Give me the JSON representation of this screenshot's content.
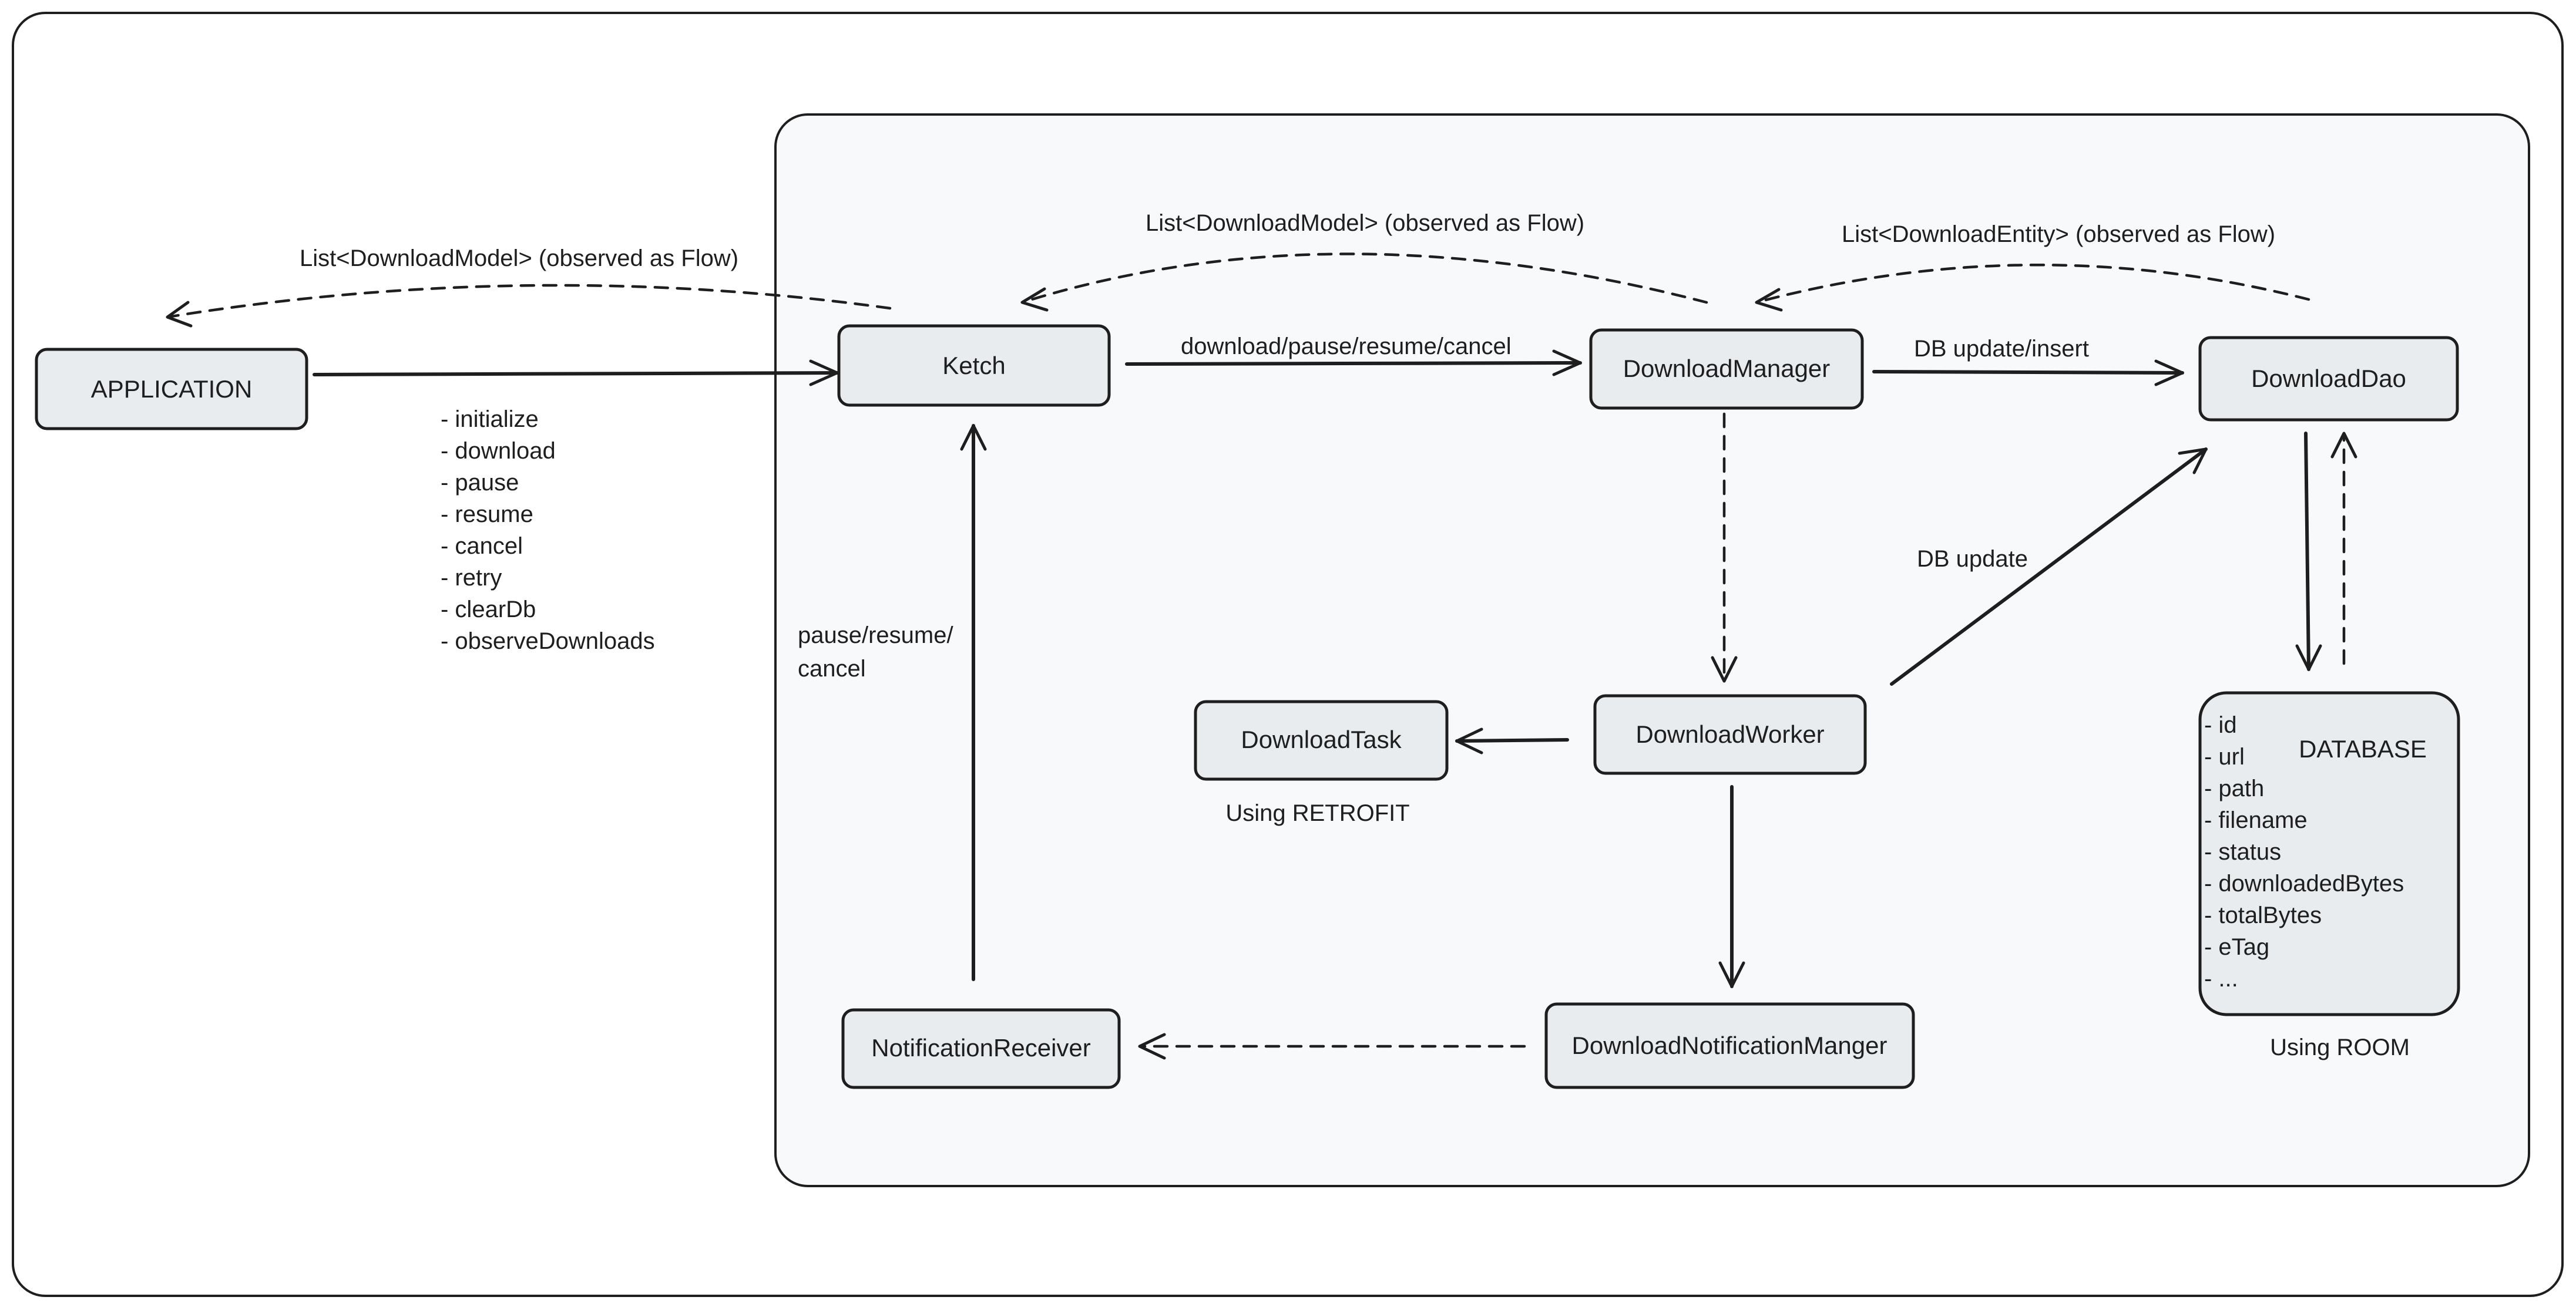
{
  "nodes": {
    "application": "APPLICATION",
    "ketch": "Ketch",
    "download_manager": "DownloadManager",
    "download_dao": "DownloadDao",
    "download_worker": "DownloadWorker",
    "download_task": "DownloadTask",
    "notification_receiver": "NotificationReceiver",
    "download_notification_manager": "DownloadNotificationManger",
    "database": "DATABASE"
  },
  "edge_labels": {
    "app_observe": "List<DownloadModel> (observed as Flow)",
    "ketch_observe": "List<DownloadModel> (observed as Flow)",
    "dao_observe": "List<DownloadEntity> (observed as Flow)",
    "ketch_to_manager": "download/pause/resume/cancel",
    "manager_to_dao": "DB update/insert",
    "worker_to_dao": "DB update",
    "receiver_to_ketch_line1": "pause/resume/",
    "receiver_to_ketch_line2": "cancel"
  },
  "app_methods": [
    "- initialize",
    "- download",
    "- pause",
    "- resume",
    "- cancel",
    "- retry",
    "- clearDb",
    "- observeDownloads"
  ],
  "database_fields": [
    "- id",
    "- url",
    "- path",
    "- filename",
    "- status",
    "- downloadedBytes",
    "- totalBytes",
    "- eTag",
    "- ..."
  ],
  "notes": {
    "retrofit": "Using RETROFIT",
    "room": "Using ROOM"
  }
}
